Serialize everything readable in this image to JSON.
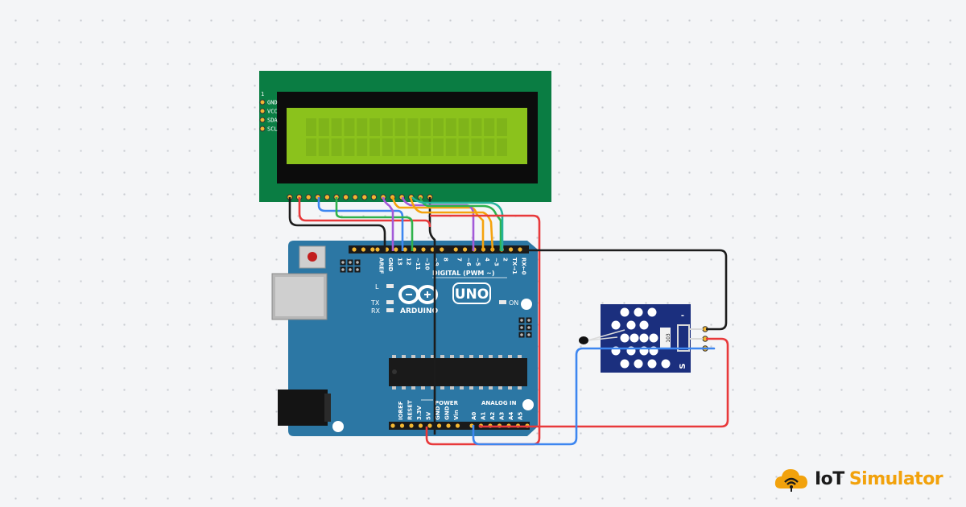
{
  "lcd": {
    "pin_number": "1",
    "pins": [
      "GND",
      "VCC",
      "SDA",
      "SCL"
    ]
  },
  "arduino": {
    "brand": "ARDUINO",
    "model": "UNO",
    "led_labels": {
      "l": "L",
      "tx": "TX",
      "rx": "RX",
      "on": "ON"
    },
    "digital_header_label": "DIGITAL (PWM ~)",
    "digital_pins": [
      "AREF",
      "GND",
      "13",
      "12",
      "~11",
      "~10",
      "~9",
      "8",
      "7",
      "~6",
      "~5",
      "4",
      "~3",
      "2",
      "TX→1",
      "RX←0"
    ],
    "power_header_label": "POWER",
    "power_pins": [
      "IOREF",
      "RESET",
      "3.3V",
      "5V",
      "GND",
      "GND",
      "Vin"
    ],
    "analog_header_label": "ANALOG IN",
    "analog_pins": [
      "A0",
      "A1",
      "A2",
      "A3",
      "A4",
      "A5"
    ]
  },
  "sensor": {
    "minus_label": "-",
    "signal_label": "S",
    "resistor_label": "103"
  },
  "wire_colors": {
    "black": "#1c1c1c",
    "red": "#e8393b",
    "blue": "#3d86f0",
    "green": "#2fb24c",
    "purple": "#a35ad8",
    "orange": "#f5a30e",
    "teal": "#27b39a"
  },
  "brand": {
    "name_part1": "IoT",
    "name_part2": "Simulator",
    "accent": "#f2a20c"
  }
}
